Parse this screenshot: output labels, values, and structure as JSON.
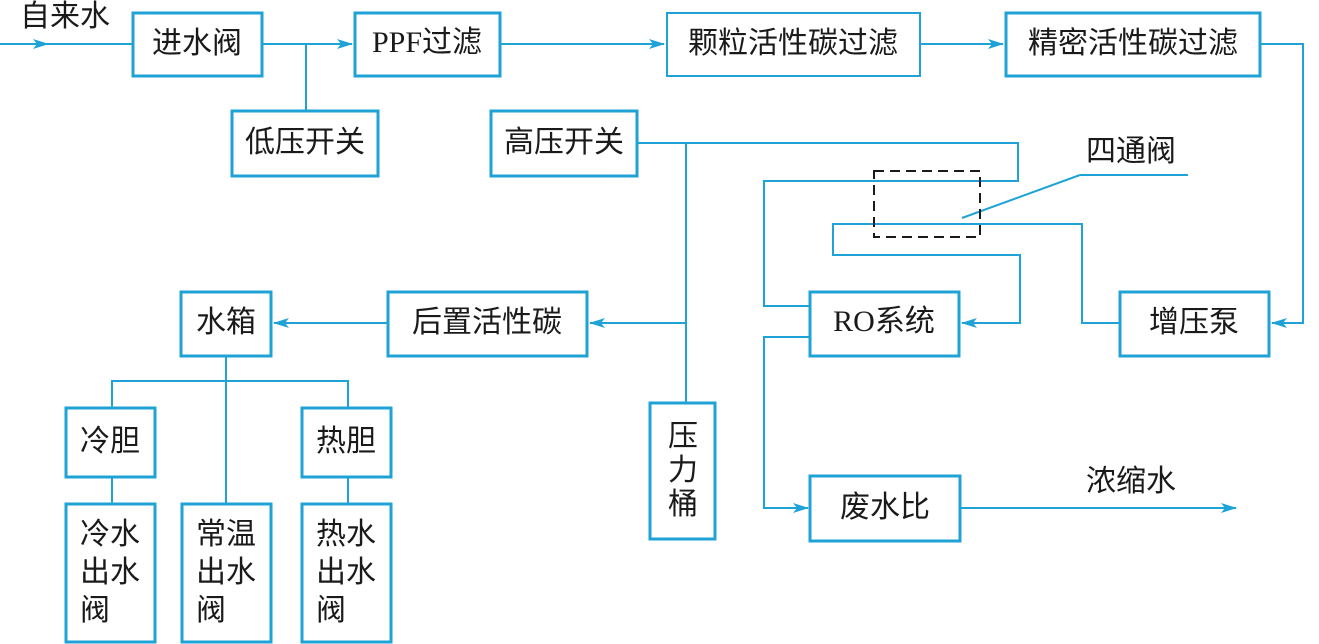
{
  "colors": {
    "line": "#1fa3d6",
    "text": "#1a1a1a",
    "dashed_box": "#1a1a1a"
  },
  "labels": {
    "tap_water": "自来水",
    "inlet_valve": "进水阀",
    "ppf_filter": "PPF过滤",
    "granular_carbon": "颗粒活性碳过滤",
    "precision_carbon": "精密活性碳过滤",
    "low_pressure_switch": "低压开关",
    "high_pressure_switch": "高压开关",
    "four_way_valve": "四通阀",
    "water_tank": "水箱",
    "post_carbon": "后置活性碳",
    "ro_system": "RO系统",
    "booster_pump": "增压泵",
    "cold_tank": "冷胆",
    "hot_tank": "热胆",
    "pressure_bucket": [
      "压",
      "力",
      "桶"
    ],
    "waste_ratio": "废水比",
    "concentrate": "浓缩水",
    "cold_outlet": [
      "冷水",
      "出水",
      "阀"
    ],
    "normal_outlet": [
      "常温",
      "出水",
      "阀"
    ],
    "hot_outlet": [
      "热水",
      "出水",
      "阀"
    ]
  }
}
